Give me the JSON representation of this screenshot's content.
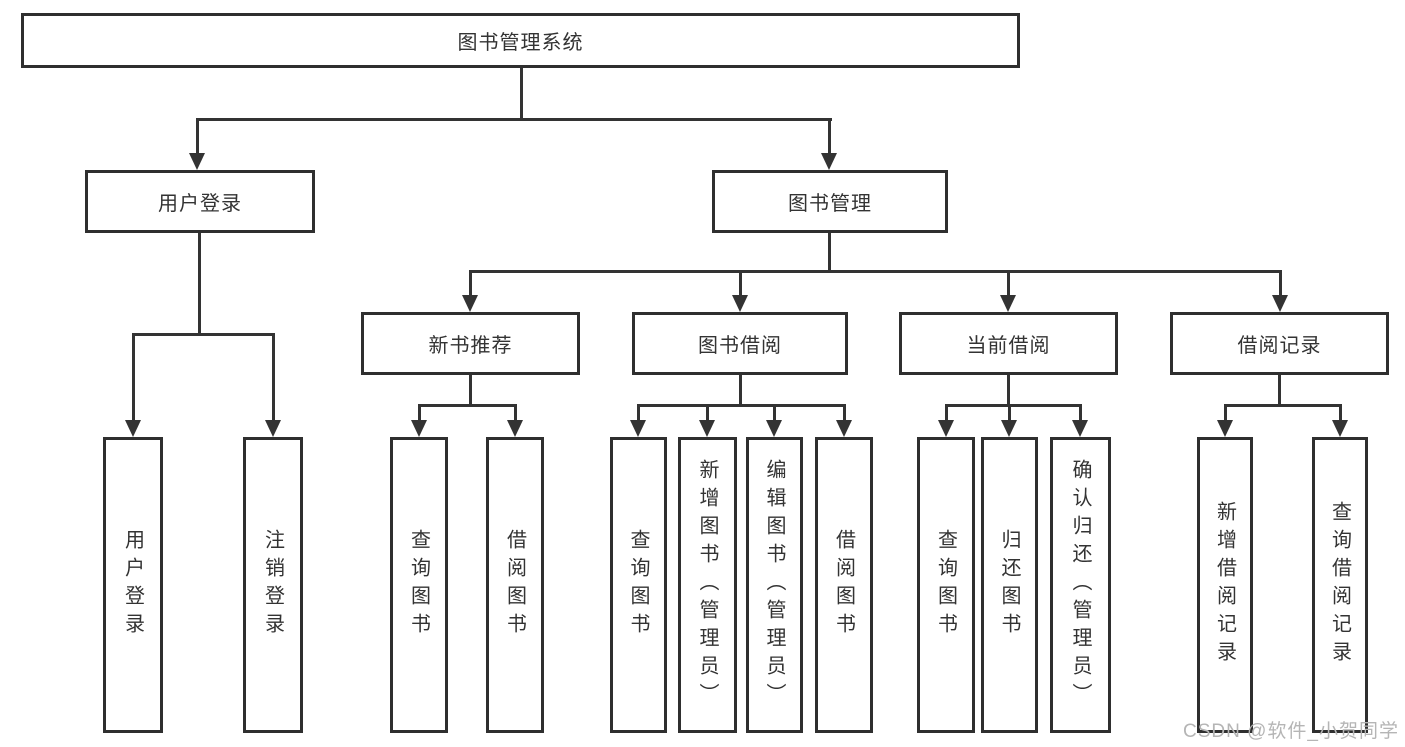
{
  "diagram": {
    "root": "图书管理系统",
    "level2": [
      "用户登录",
      "图书管理"
    ],
    "level3": [
      "新书推荐",
      "图书借阅",
      "当前借阅",
      "借阅记录"
    ],
    "leaves": {
      "user_login": [
        "用户登录",
        "注销登录"
      ],
      "new_book_recommendation": [
        "查询图书",
        "借阅图书"
      ],
      "book_borrowing": [
        "查询图书",
        "新增图书（管理员）",
        "编辑图书（管理员）",
        "借阅图书"
      ],
      "current_borrowing": [
        "查询图书",
        "归还图书",
        "确认归还（管理员）"
      ],
      "borrowing_records": [
        "新增借阅记录",
        "查询借阅记录"
      ]
    }
  },
  "watermark": "CSDN @软件_小贺同学",
  "colors": {
    "line": "#333333",
    "box_border": "#2f2f2f",
    "text": "#333333",
    "watermark": "#b5b5b5",
    "background": "#ffffff"
  }
}
